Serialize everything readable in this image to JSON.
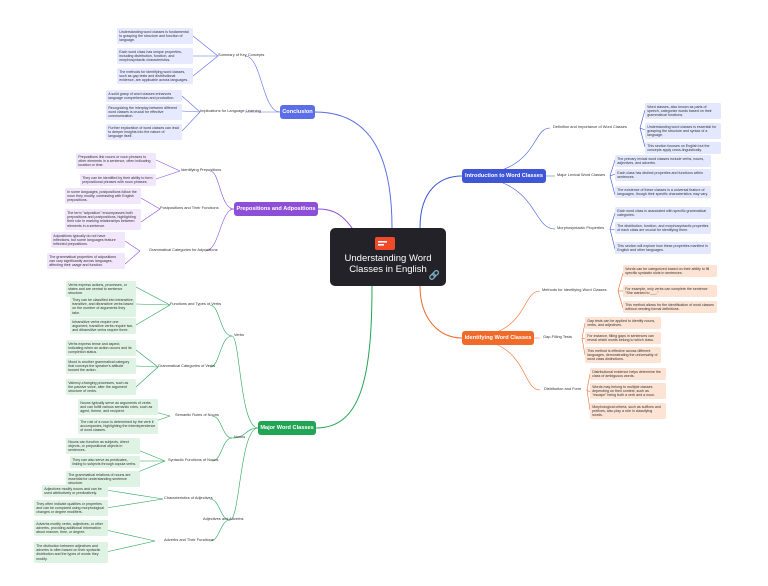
{
  "center": {
    "title": "Understanding Word Classes in English"
  },
  "colors": {
    "conclusion": "#5b6ee8",
    "introduction": "#3f57d6",
    "prepositions": "#8e4fd8",
    "identifying": "#f06a2a",
    "major": "#22a455",
    "center": "#222228"
  },
  "icons": {
    "center_logo": "book-logo-icon",
    "center_link": "link-icon"
  },
  "branches": {
    "conclusion": {
      "label": "Conclusion",
      "summary": {
        "label": "Summary of Key Concepts",
        "leaves": [
          "Understanding word classes is fundamental to grasping the structure and function of language.",
          "Each word class has unique properties, including distribution, function, and morphosyntactic characteristics.",
          "The methods for identifying word classes, such as gap tests and distributional evidence, are applicable across languages."
        ]
      },
      "implications": {
        "label": "Implications for Language Learning",
        "leaves": [
          "A solid grasp of word classes enhances language comprehension and production.",
          "Recognizing the interplay between different word classes is crucial for effective communication.",
          "Further exploration of word classes can lead to deeper insights into the nature of language itself."
        ]
      }
    },
    "introduction": {
      "label": "Introduction to Word Classes",
      "definition": {
        "label": "Definition and Importance of Word Classes",
        "leaves": [
          "Word classes, also known as parts of speech, categorize words based on their grammatical functions.",
          "Understanding word classes is essential for grasping the structure and syntax of a language.",
          "This section focuses on English but the concepts apply cross-linguistically."
        ]
      },
      "major_lexical": {
        "label": "Major Lexical Word Classes",
        "leaves": [
          "The primary lexical word classes include verbs, nouns, adjectives, and adverbs.",
          "Each class has distinct properties and functions within sentences.",
          "The existence of these classes is a universal feature of languages, though their specific characteristics may vary."
        ]
      },
      "morphosyntactic": {
        "label": "Morphosyntactic Properties",
        "leaves": [
          "Each word class is associated with specific grammatical categories.",
          "The distribution, function, and morphosyntactic properties of each class are crucial for identifying them.",
          "This section will explore how these properties manifest in English and other languages."
        ]
      }
    },
    "prepositions": {
      "label": "Prepositions and Adpositions",
      "identifying": {
        "label": "Identifying Prepositions",
        "leaves": [
          "Prepositions link nouns or noun phrases to other elements in a sentence, often indicating location or time.",
          "They can be identified by their ability to form prepositional phrases with noun phrases."
        ]
      },
      "functions": {
        "label": "Postpositions and Their Functions",
        "leaves": [
          "In some languages, postpositions follow the noun they modify, contrasting with English prepositions.",
          "The term \"adposition\" encompasses both prepositions and postpositions, highlighting their role in marking relationships between elements in a sentence."
        ]
      },
      "grammatical": {
        "label": "Grammatical Categories for Adpositions",
        "leaves": [
          "Adpositions typically do not have inflections, but some languages feature inflected prepositions.",
          "The grammatical properties of adpositions can vary significantly across languages, affecting their usage and function."
        ]
      }
    },
    "identifying": {
      "label": "Identifying Word Classes",
      "methods": {
        "label": "Methods for Identifying Word Classes",
        "leaves": [
          "Words can be categorized based on their ability to fill specific syntactic slots in sentences.",
          "For example, only verbs can complete the sentence \"She wanted to ___.\"",
          "This method allows for the identification of word classes without needing formal definitions."
        ]
      },
      "gap": {
        "label": "Gap-Filling Tests",
        "leaves": [
          "Gap tests can be applied to identify nouns, verbs, and adjectives.",
          "For instance, filling gaps in sentences can reveal which words belong to which class.",
          "This method is effective across different languages, demonstrating the universality of word class distinctions."
        ]
      },
      "distribution": {
        "label": "Distribution and Form",
        "leaves": [
          "Distributional evidence helps determine the class of ambiguous words.",
          "Words may belong to multiple classes depending on their context, such as \"escape\" being both a verb and a noun.",
          "Morphological criteria, such as suffixes and prefixes, also play a role in classifying words."
        ]
      }
    },
    "major": {
      "label": "Major Word Classes",
      "verbs": {
        "label": "Verbs",
        "functions": {
          "label": "Functions and Types of Verbs",
          "leaves": [
            "Verbs express actions, processes, or states and are central to sentence structure.",
            "They can be classified into intransitive, transitive, and ditransitive verbs based on the number of arguments they take.",
            "Intransitive verbs require one argument, transitive verbs require two, and ditransitive verbs require three."
          ]
        },
        "grammatical": {
          "label": "Grammatical Categories of Verbs",
          "leaves": [
            "Verbs express tense and aspect, indicating when an action occurs and its completion status.",
            "Mood is another grammatical category that conveys the speaker's attitude toward the action.",
            "Valency-changing processes, such as the passive voice, alter the argument structure of verbs."
          ]
        }
      },
      "nouns": {
        "label": "Nouns",
        "semantic": {
          "label": "Semantic Roles of Nouns",
          "leaves": [
            "Nouns typically serve as arguments of verbs and can fulfill various semantic roles, such as agent, theme, and recipient.",
            "The role of a noun is determined by the verb it accompanies, highlighting the interdependence of word classes."
          ]
        },
        "syntactic": {
          "label": "Syntactic Functions of Nouns",
          "leaves": [
            "Nouns can function as subjects, direct objects, or prepositional objects in sentences.",
            "They can also serve as predicates, linking to subjects through copula verbs.",
            "The grammatical relations of nouns are essential for understanding sentence structure."
          ]
        }
      },
      "adjadv": {
        "label": "Adjectives and Adverbs",
        "characteristics": {
          "label": "Characteristics of Adjectives",
          "leaves": [
            "Adjectives modify nouns and can be used attributively or predicatively.",
            "They often indicate qualities or properties and can be compared using morphological changes or degree modifiers."
          ]
        },
        "adverbs": {
          "label": "Adverbs and Their Functions",
          "leaves": [
            "Adverbs modify verbs, adjectives, or other adverbs, providing additional information about manner, time, or degree.",
            "The distinction between adjectives and adverbs is often based on their syntactic distribution and the types of words they modify."
          ]
        }
      }
    }
  }
}
